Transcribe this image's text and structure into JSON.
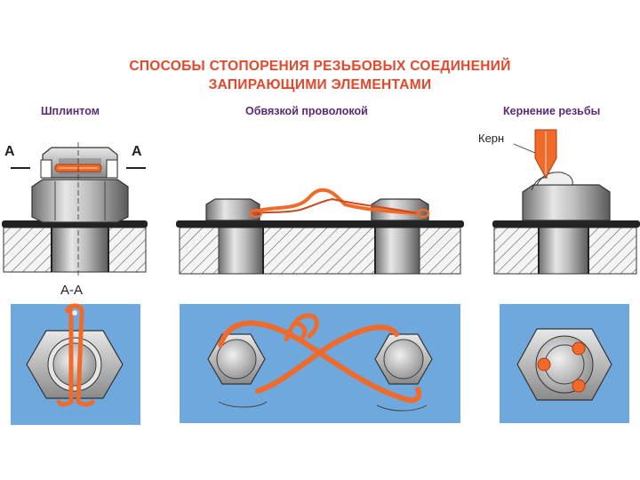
{
  "title": {
    "line1": "СПОСОБЫ СТОПОРЕНИЯ  РЕЗЬБОВЫХ СОЕДИНЕНИЙ",
    "line2": "ЗАПИРАЮЩИМИ  ЭЛЕМЕНТАМИ"
  },
  "methods": [
    {
      "label": "Шплинтом"
    },
    {
      "label": "Обвязкой проволокой"
    },
    {
      "label": "Кернение резьбы"
    }
  ],
  "annotations": {
    "section_left": "А",
    "section_right": "А",
    "section_name": "А-А",
    "punch": "Керн"
  },
  "colors": {
    "accent": "#e8462a",
    "wire": "#f06a2a",
    "panel_blue": "#6fa8dc",
    "label_purple": "#5a2a7a"
  }
}
